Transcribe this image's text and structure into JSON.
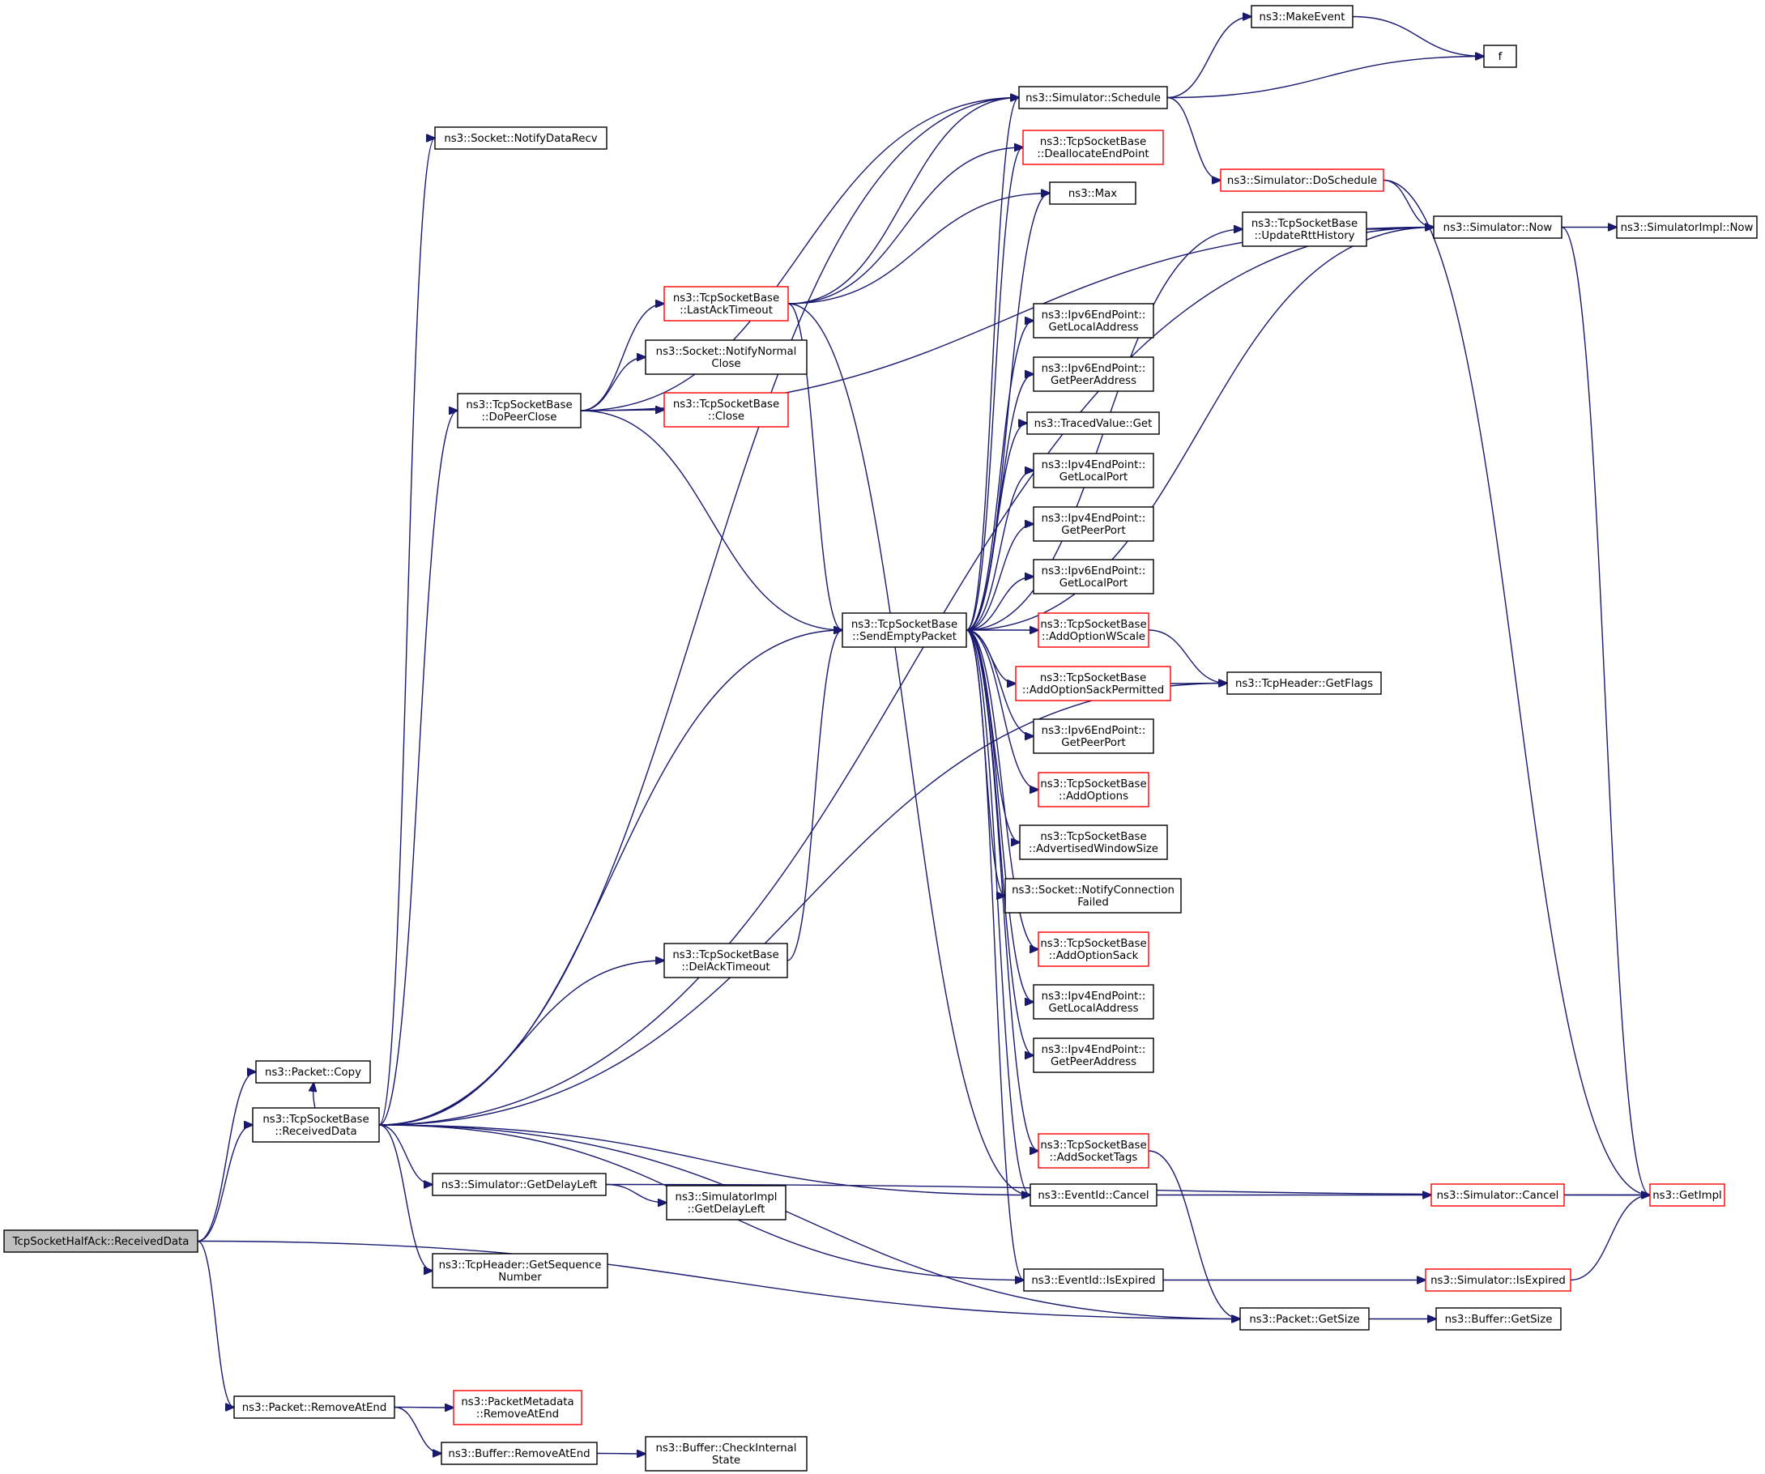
{
  "graph": {
    "nodes": [
      {
        "id": "root",
        "lines": [
          "TcpSocketHalfAck::ReceivedData"
        ],
        "style": "root"
      },
      {
        "id": "copy",
        "lines": [
          "ns3::Packet::Copy"
        ],
        "style": "normal"
      },
      {
        "id": "recv",
        "lines": [
          "ns3::TcpSocketBase",
          "::ReceivedData"
        ],
        "style": "normal"
      },
      {
        "id": "remend",
        "lines": [
          "ns3::Packet::RemoveAtEnd"
        ],
        "style": "normal"
      },
      {
        "id": "notdr",
        "lines": [
          "ns3::Socket::NotifyDataRecv"
        ],
        "style": "normal"
      },
      {
        "id": "dopc",
        "lines": [
          "ns3::TcpSocketBase",
          "::DoPeerClose"
        ],
        "style": "normal"
      },
      {
        "id": "getdl",
        "lines": [
          "ns3::Simulator::GetDelayLeft"
        ],
        "style": "normal"
      },
      {
        "id": "getseq",
        "lines": [
          "ns3::TcpHeader::GetSequence",
          "Number"
        ],
        "style": "normal"
      },
      {
        "id": "pmrem",
        "lines": [
          "ns3::PacketMetadata",
          "::RemoveAtEnd"
        ],
        "style": "red"
      },
      {
        "id": "bufrem",
        "lines": [
          "ns3::Buffer::RemoveAtEnd"
        ],
        "style": "normal"
      },
      {
        "id": "lastack",
        "lines": [
          "ns3::TcpSocketBase",
          "::LastAckTimeout"
        ],
        "style": "red"
      },
      {
        "id": "notnc",
        "lines": [
          "ns3::Socket::NotifyNormal",
          "Close"
        ],
        "style": "normal"
      },
      {
        "id": "close",
        "lines": [
          "ns3::TcpSocketBase",
          "::Close"
        ],
        "style": "red"
      },
      {
        "id": "delack",
        "lines": [
          "ns3::TcpSocketBase",
          "::DelAckTimeout"
        ],
        "style": "normal"
      },
      {
        "id": "simimpldl",
        "lines": [
          "ns3::SimulatorImpl",
          "::GetDelayLeft"
        ],
        "style": "normal"
      },
      {
        "id": "checkint",
        "lines": [
          "ns3::Buffer::CheckInternal",
          "State"
        ],
        "style": "normal"
      },
      {
        "id": "sendep",
        "lines": [
          "ns3::TcpSocketBase",
          "::SendEmptyPacket"
        ],
        "style": "normal"
      },
      {
        "id": "schedule",
        "lines": [
          "ns3::Simulator::Schedule"
        ],
        "style": "normal"
      },
      {
        "id": "dealloc",
        "lines": [
          "ns3::TcpSocketBase",
          "::DeallocateEndPoint"
        ],
        "style": "red"
      },
      {
        "id": "max",
        "lines": [
          "ns3::Max"
        ],
        "style": "normal"
      },
      {
        "id": "v6gla",
        "lines": [
          "ns3::Ipv6EndPoint::",
          "GetLocalAddress"
        ],
        "style": "normal"
      },
      {
        "id": "v6gpa",
        "lines": [
          "ns3::Ipv6EndPoint::",
          "GetPeerAddress"
        ],
        "style": "normal"
      },
      {
        "id": "tvget",
        "lines": [
          "ns3::TracedValue::Get"
        ],
        "style": "normal"
      },
      {
        "id": "v4glp",
        "lines": [
          "ns3::Ipv4EndPoint::",
          "GetLocalPort"
        ],
        "style": "normal"
      },
      {
        "id": "v4gpp",
        "lines": [
          "ns3::Ipv4EndPoint::",
          "GetPeerPort"
        ],
        "style": "normal"
      },
      {
        "id": "v6glp",
        "lines": [
          "ns3::Ipv6EndPoint::",
          "GetLocalPort"
        ],
        "style": "normal"
      },
      {
        "id": "aows",
        "lines": [
          "ns3::TcpSocketBase",
          "::AddOptionWScale"
        ],
        "style": "red"
      },
      {
        "id": "aosp",
        "lines": [
          "ns3::TcpSocketBase",
          "::AddOptionSackPermitted"
        ],
        "style": "red"
      },
      {
        "id": "v6gpp",
        "lines": [
          "ns3::Ipv6EndPoint::",
          "GetPeerPort"
        ],
        "style": "normal"
      },
      {
        "id": "addopt",
        "lines": [
          "ns3::TcpSocketBase",
          "::AddOptions"
        ],
        "style": "red"
      },
      {
        "id": "advws",
        "lines": [
          "ns3::TcpSocketBase",
          "::AdvertisedWindowSize"
        ],
        "style": "normal"
      },
      {
        "id": "notcf",
        "lines": [
          "ns3::Socket::NotifyConnection",
          "Failed"
        ],
        "style": "normal"
      },
      {
        "id": "aosack",
        "lines": [
          "ns3::TcpSocketBase",
          "::AddOptionSack"
        ],
        "style": "red"
      },
      {
        "id": "v4gla",
        "lines": [
          "ns3::Ipv4EndPoint::",
          "GetLocalAddress"
        ],
        "style": "normal"
      },
      {
        "id": "v4gpa",
        "lines": [
          "ns3::Ipv4EndPoint::",
          "GetPeerAddress"
        ],
        "style": "normal"
      },
      {
        "id": "addst",
        "lines": [
          "ns3::TcpSocketBase",
          "::AddSocketTags"
        ],
        "style": "red"
      },
      {
        "id": "cancel",
        "lines": [
          "ns3::EventId::Cancel"
        ],
        "style": "normal"
      },
      {
        "id": "isexp",
        "lines": [
          "ns3::EventId::IsExpired"
        ],
        "style": "normal"
      },
      {
        "id": "makeev",
        "lines": [
          "ns3::MakeEvent"
        ],
        "style": "normal"
      },
      {
        "id": "dosched",
        "lines": [
          "ns3::Simulator::DoSchedule"
        ],
        "style": "red"
      },
      {
        "id": "updrtt",
        "lines": [
          "ns3::TcpSocketBase",
          "::UpdateRttHistory"
        ],
        "style": "normal"
      },
      {
        "id": "getflags",
        "lines": [
          "ns3::TcpHeader::GetFlags"
        ],
        "style": "normal"
      },
      {
        "id": "pgetsize",
        "lines": [
          "ns3::Packet::GetSize"
        ],
        "style": "normal"
      },
      {
        "id": "f",
        "lines": [
          "f"
        ],
        "style": "normal"
      },
      {
        "id": "now",
        "lines": [
          "ns3::Simulator::Now"
        ],
        "style": "normal"
      },
      {
        "id": "simcancel",
        "lines": [
          "ns3::Simulator::Cancel"
        ],
        "style": "red"
      },
      {
        "id": "simisexp",
        "lines": [
          "ns3::Simulator::IsExpired"
        ],
        "style": "red"
      },
      {
        "id": "bgetsize",
        "lines": [
          "ns3::Buffer::GetSize"
        ],
        "style": "normal"
      },
      {
        "id": "implnow",
        "lines": [
          "ns3::SimulatorImpl::Now"
        ],
        "style": "normal"
      },
      {
        "id": "getimpl",
        "lines": [
          "ns3::GetImpl"
        ],
        "style": "red"
      }
    ],
    "edges": [
      [
        "root",
        "copy"
      ],
      [
        "root",
        "recv"
      ],
      [
        "root",
        "pgetsize"
      ],
      [
        "root",
        "remend"
      ],
      [
        "recv",
        "copy"
      ],
      [
        "recv",
        "notdr"
      ],
      [
        "recv",
        "schedule"
      ],
      [
        "recv",
        "now"
      ],
      [
        "recv",
        "dopc"
      ],
      [
        "recv",
        "sendep"
      ],
      [
        "recv",
        "delack"
      ],
      [
        "recv",
        "getflags"
      ],
      [
        "recv",
        "cancel"
      ],
      [
        "recv",
        "getdl"
      ],
      [
        "recv",
        "getseq"
      ],
      [
        "recv",
        "isexp"
      ],
      [
        "recv",
        "pgetsize"
      ],
      [
        "remend",
        "pmrem"
      ],
      [
        "remend",
        "bufrem"
      ],
      [
        "bufrem",
        "checkint"
      ],
      [
        "dopc",
        "schedule"
      ],
      [
        "dopc",
        "lastack"
      ],
      [
        "dopc",
        "notnc"
      ],
      [
        "dopc",
        "close"
      ],
      [
        "dopc",
        "now"
      ],
      [
        "dopc",
        "sendep"
      ],
      [
        "lastack",
        "schedule"
      ],
      [
        "lastack",
        "dealloc"
      ],
      [
        "lastack",
        "max"
      ],
      [
        "lastack",
        "sendep"
      ],
      [
        "lastack",
        "cancel"
      ],
      [
        "delack",
        "sendep"
      ],
      [
        "getdl",
        "simimpldl"
      ],
      [
        "getdl",
        "getimpl"
      ],
      [
        "sendep",
        "schedule"
      ],
      [
        "sendep",
        "dealloc"
      ],
      [
        "sendep",
        "max"
      ],
      [
        "sendep",
        "updrtt"
      ],
      [
        "sendep",
        "now"
      ],
      [
        "sendep",
        "v6gla"
      ],
      [
        "sendep",
        "v6gpa"
      ],
      [
        "sendep",
        "tvget"
      ],
      [
        "sendep",
        "v4glp"
      ],
      [
        "sendep",
        "v4gpp"
      ],
      [
        "sendep",
        "v6glp"
      ],
      [
        "sendep",
        "aows"
      ],
      [
        "sendep",
        "aosp"
      ],
      [
        "sendep",
        "v6gpp"
      ],
      [
        "sendep",
        "addopt"
      ],
      [
        "sendep",
        "advws"
      ],
      [
        "sendep",
        "notcf"
      ],
      [
        "sendep",
        "aosack"
      ],
      [
        "sendep",
        "v4gla"
      ],
      [
        "sendep",
        "v4gpa"
      ],
      [
        "sendep",
        "addst"
      ],
      [
        "sendep",
        "cancel"
      ],
      [
        "sendep",
        "isexp"
      ],
      [
        "schedule",
        "makeev"
      ],
      [
        "schedule",
        "f"
      ],
      [
        "schedule",
        "dosched"
      ],
      [
        "makeev",
        "f"
      ],
      [
        "dosched",
        "now"
      ],
      [
        "dosched",
        "getimpl"
      ],
      [
        "updrtt",
        "now"
      ],
      [
        "now",
        "implnow"
      ],
      [
        "now",
        "getimpl"
      ],
      [
        "aows",
        "getflags"
      ],
      [
        "aosp",
        "getflags"
      ],
      [
        "addst",
        "pgetsize"
      ],
      [
        "cancel",
        "simcancel"
      ],
      [
        "simcancel",
        "getimpl"
      ],
      [
        "isexp",
        "simisexp"
      ],
      [
        "simisexp",
        "getimpl"
      ],
      [
        "pgetsize",
        "bgetsize"
      ]
    ]
  }
}
